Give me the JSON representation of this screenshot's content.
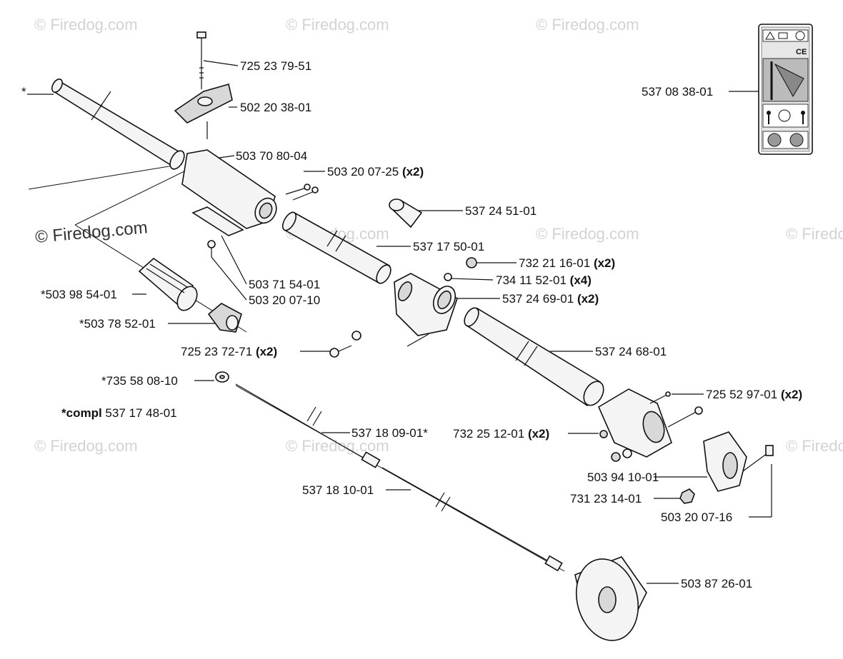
{
  "watermark": "© Firedog.com",
  "labels": {
    "asterisk": "*",
    "p1": "725 23 79-51",
    "p2": "502 20 38-01",
    "p3": "503 70 80-04",
    "p4": "503 20 07-25",
    "p5": "537 24 51-01",
    "p6": "537 17 50-01",
    "p7": "732 21 16-01",
    "p8": "734 11 52-01",
    "p9": "537 24 69-01",
    "p10": "503 71 54-01",
    "p11": "503 20 07-10",
    "p12": "*503 98 54-01",
    "p13": "*503 78 52-01",
    "p14": "725 23 72-71",
    "p15": "537 24 68-01",
    "p16": "*735 58 08-10",
    "p17_prefix": "*compl",
    "p17": "537 17 48-01",
    "p18": "537 18 09-01*",
    "p19": "732 25 12-01",
    "p20": "725 52 97-01",
    "p21": "537 18 10-01",
    "p22": "503 94 10-01",
    "p23": "731 23 14-01",
    "p24": "503 20 07-16",
    "p25": "503 87 26-01",
    "p26": "537 08 38-01"
  },
  "qty": {
    "x2": "(x2)",
    "x4": "(x4)"
  },
  "decal": {
    "ce_mark": "CE"
  }
}
